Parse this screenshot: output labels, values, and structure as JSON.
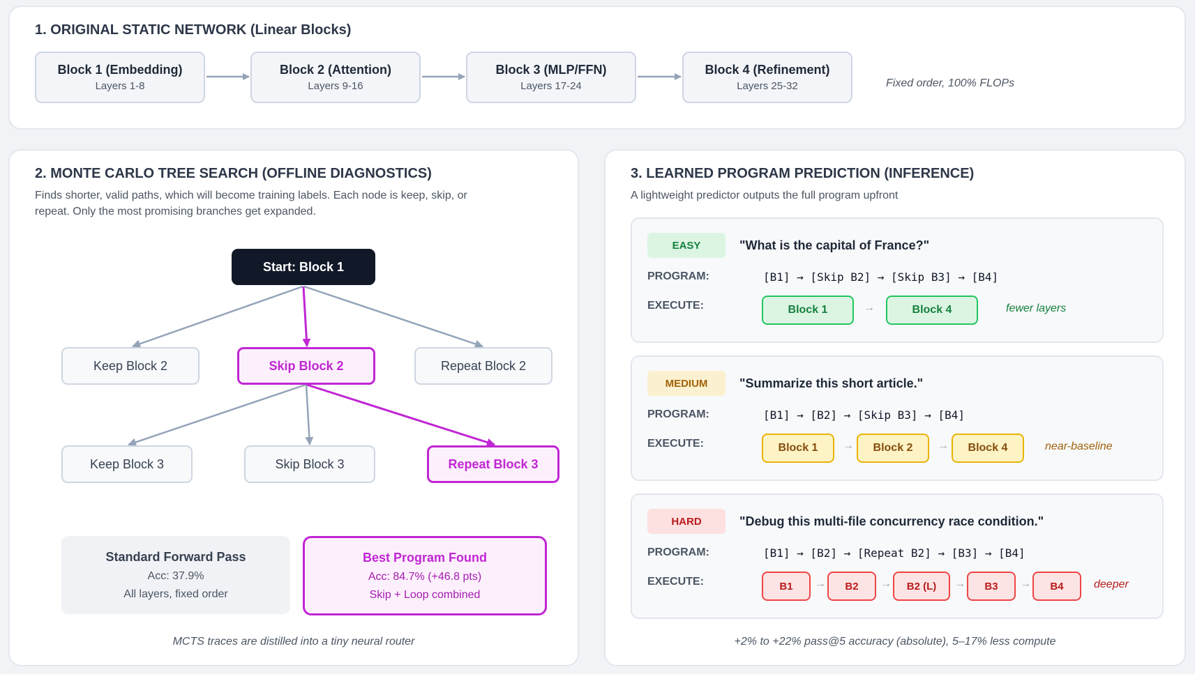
{
  "panel1": {
    "title": "1. ORIGINAL STATIC NETWORK (Linear Blocks)",
    "blocks": [
      {
        "title": "Block 1 (Embedding)",
        "layers": "Layers 1-8"
      },
      {
        "title": "Block 2 (Attention)",
        "layers": "Layers 9-16"
      },
      {
        "title": "Block 3 (MLP/FFN)",
        "layers": "Layers 17-24"
      },
      {
        "title": "Block 4 (Refinement)",
        "layers": "Layers 25-32"
      }
    ],
    "note": "Fixed order, 100% FLOPs"
  },
  "panel2": {
    "title": "2. MONTE CARLO TREE SEARCH (OFFLINE DIAGNOSTICS)",
    "subtitle_line1": "Finds shorter, valid paths, which will become training labels. Each node is keep, skip, or",
    "subtitle_line2": "repeat. Only the most promising branches get expanded.",
    "tree": {
      "root": "Start: Block 1",
      "level1": [
        "Keep Block 2",
        "Skip Block 2",
        "Repeat Block 2"
      ],
      "level2": [
        "Keep Block 3",
        "Skip Block 3",
        "Repeat Block 3"
      ]
    },
    "standard": {
      "title": "Standard Forward Pass",
      "acc": "Acc: 37.9%",
      "desc": "All layers, fixed order"
    },
    "best": {
      "title": "Best Program Found",
      "acc": "Acc: 84.7% (+46.8 pts)",
      "desc": "Skip + Loop combined"
    },
    "footer": "MCTS traces are distilled into a tiny neural router"
  },
  "panel3": {
    "title": "3. LEARNED PROGRAM PREDICTION (INFERENCE)",
    "subtitle": "A lightweight predictor outputs the full program upfront",
    "program_label": "PROGRAM:",
    "execute_label": "EXECUTE:",
    "easy": {
      "badge": "EASY",
      "prompt": "\"What is the capital of France?\"",
      "program": "[B1] → [Skip B2] → [Skip B3] → [B4]",
      "blocks": [
        "Block 1",
        "Block 4"
      ],
      "tag": "fewer layers"
    },
    "medium": {
      "badge": "MEDIUM",
      "prompt": "\"Summarize this short article.\"",
      "program": "[B1] → [B2] → [Skip B3] → [B4]",
      "blocks": [
        "Block 1",
        "Block 2",
        "Block 4"
      ],
      "tag": "near-baseline"
    },
    "hard": {
      "badge": "HARD",
      "prompt": "\"Debug this multi-file concurrency race condition.\"",
      "program": "[B1] → [B2] → [Repeat B2] → [B3] → [B4]",
      "blocks": [
        "B1",
        "B2",
        "B2 (L)",
        "B3",
        "B4"
      ],
      "tag": "deeper"
    },
    "footer": "+2% to +22% pass@5 accuracy (absolute), 5–17% less compute"
  },
  "arrow_glyph": "→",
  "colors": {
    "highlight": "#c026d3",
    "easy": "#16a34a",
    "medium": "#ca8a04",
    "hard": "#dc2626",
    "edge": "#94a3b8"
  }
}
